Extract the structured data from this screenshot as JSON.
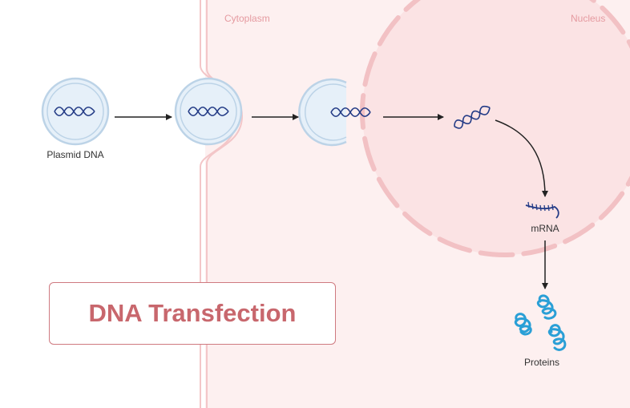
{
  "regions": {
    "cytoplasm_label": "Cytoplasm",
    "nucleus_label": "Nucleus"
  },
  "items": {
    "plasmid_label": "Plasmid DNA",
    "mrna_label": "mRNA",
    "proteins_label": "Proteins"
  },
  "title": "DNA Transfection",
  "colors": {
    "cytoplasm_fill": "#fdf0f0",
    "membrane": "#f3c6c8",
    "nucleus_fill": "#fbe3e4",
    "vesicle_fill": "#e6f0f9",
    "vesicle_ring": "#bcd3e7",
    "dna": "#233b86",
    "protein": "#2a9fd6",
    "title": "#c8676d"
  }
}
